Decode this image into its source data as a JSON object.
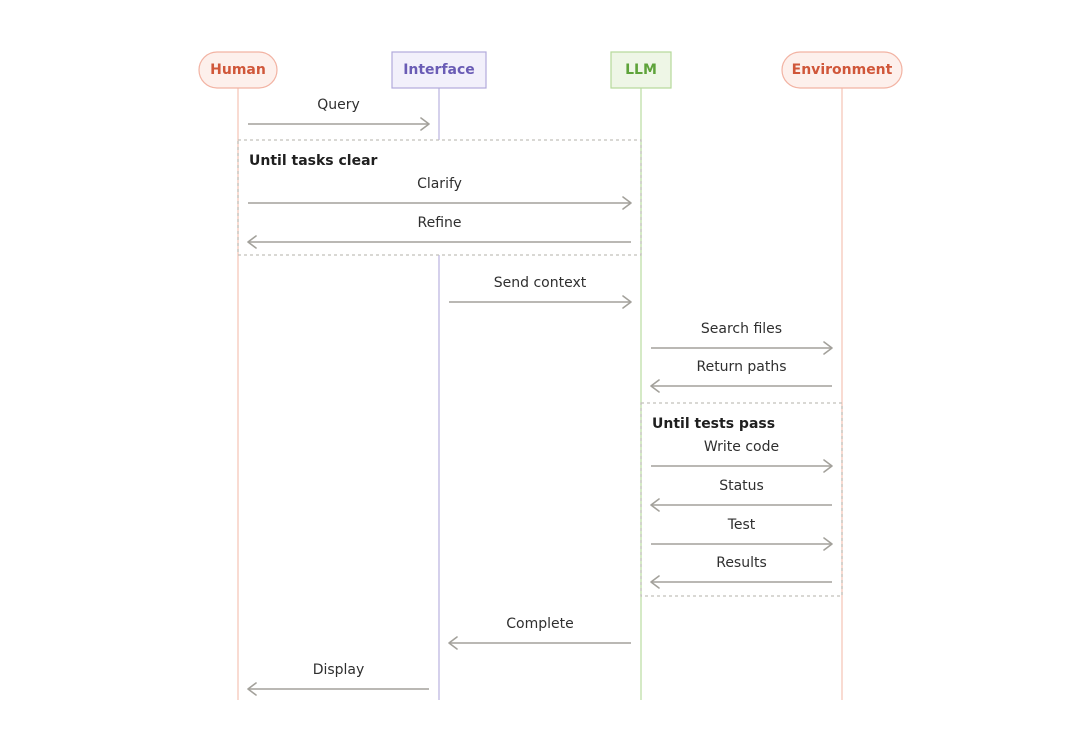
{
  "actors": [
    {
      "id": "human",
      "label": "Human",
      "shape": "pill",
      "fill": "#fdf0ec",
      "stroke": "#f2b3a3",
      "text": "#d0573a",
      "line": "#f5c3b5"
    },
    {
      "id": "interface",
      "label": "Interface",
      "shape": "rect",
      "fill": "#f2f0fb",
      "stroke": "#b2aadb",
      "text": "#6a5cb5",
      "line": "#b9b2df"
    },
    {
      "id": "llm",
      "label": "LLM",
      "shape": "rect",
      "fill": "#eef6e6",
      "stroke": "#b5d99a",
      "text": "#5ea33a",
      "line": "#b9dca0"
    },
    {
      "id": "environment",
      "label": "Environment",
      "shape": "pill",
      "fill": "#fdf0ec",
      "stroke": "#f2b3a3",
      "text": "#d0573a",
      "line": "#f5c3b5"
    }
  ],
  "messages": [
    {
      "label": "Query",
      "from": "human",
      "to": "interface"
    },
    {
      "label": "Clarify",
      "from": "human",
      "to": "llm"
    },
    {
      "label": "Refine",
      "from": "llm",
      "to": "human"
    },
    {
      "label": "Send context",
      "from": "interface",
      "to": "llm"
    },
    {
      "label": "Search files",
      "from": "llm",
      "to": "environment"
    },
    {
      "label": "Return paths",
      "from": "environment",
      "to": "llm"
    },
    {
      "label": "Write code",
      "from": "llm",
      "to": "environment"
    },
    {
      "label": "Status",
      "from": "environment",
      "to": "llm"
    },
    {
      "label": "Test",
      "from": "llm",
      "to": "environment"
    },
    {
      "label": "Results",
      "from": "environment",
      "to": "llm"
    },
    {
      "label": "Complete",
      "from": "llm",
      "to": "interface"
    },
    {
      "label": "Display",
      "from": "interface",
      "to": "human"
    }
  ],
  "loops": [
    {
      "label": "Until tasks clear",
      "from": "human",
      "to": "llm",
      "first_message": 1,
      "last_message": 2
    },
    {
      "label": "Until tests pass",
      "from": "llm",
      "to": "environment",
      "first_message": 6,
      "last_message": 9
    }
  ],
  "colors": {
    "arrow": "#a3a19b",
    "frame": "#c2c0ba"
  }
}
